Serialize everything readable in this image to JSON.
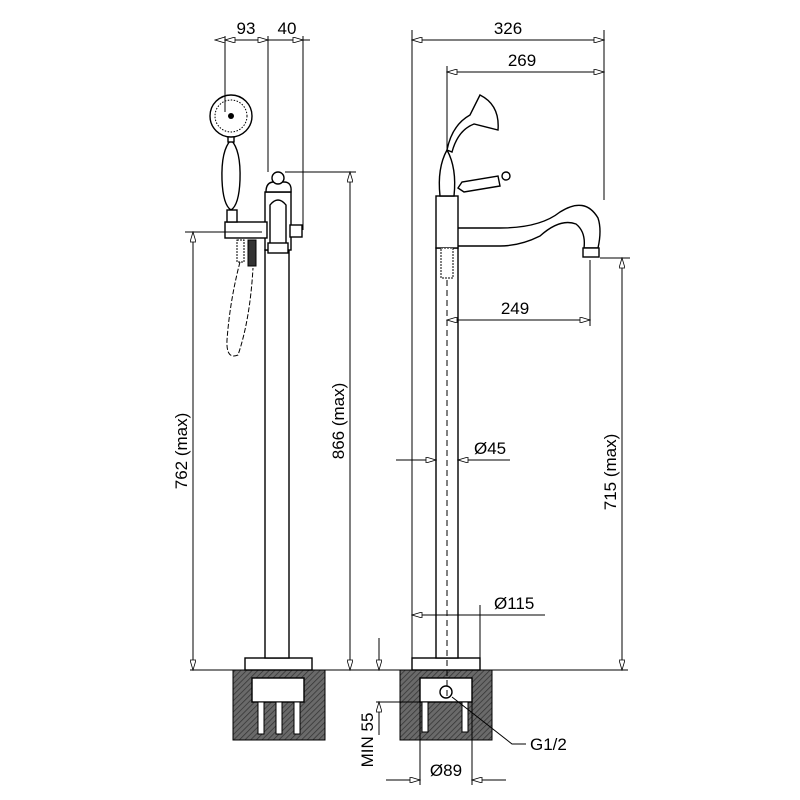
{
  "drawing": {
    "left_view": {
      "dim_handshower_offset": "93",
      "dim_spout_offset": "40",
      "dim_height_762": "762 (max)",
      "dim_height_866": "866 (max)"
    },
    "right_view": {
      "dim_total_width": "326",
      "dim_spout_reach": "269",
      "dim_spout_projection": "249",
      "dim_spout_height": "715 (max)",
      "dim_pipe_diameter": "Ø45",
      "dim_base_diameter": "Ø115",
      "dim_min_depth": "MIN 55",
      "dim_mount_diameter": "Ø89",
      "connection_label": "G1/2"
    },
    "colors": {
      "line": "#000000",
      "hatch": "#555555"
    }
  }
}
